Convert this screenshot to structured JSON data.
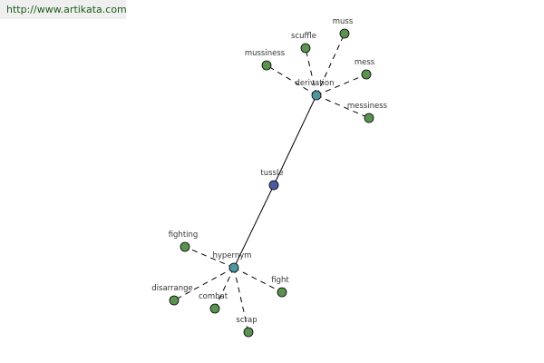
{
  "site_link": {
    "text": "http://www.artikata.com"
  },
  "graph": {
    "colors": {
      "root": "#4c5aa1",
      "relation": "#4f97a0",
      "word": "#5b9250"
    },
    "root": {
      "id": "tussle",
      "label": "tussle"
    },
    "relations": [
      {
        "id": "derivation",
        "label": "derivation",
        "words": [
          "muss",
          "scuffle",
          "mussiness",
          "mess",
          "messiness"
        ]
      },
      {
        "id": "hypernym",
        "label": "hypernym",
        "words": [
          "fighting",
          "disarrange",
          "combat",
          "fight",
          "scrap"
        ]
      }
    ]
  }
}
